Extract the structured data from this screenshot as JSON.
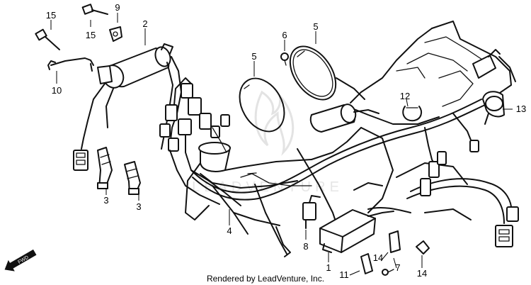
{
  "credit": "Rendered by LeadVenture, Inc.",
  "watermark": "LEADVENTURE",
  "fwd_label": "FWD",
  "callouts": {
    "c15a": "15",
    "c15b": "15",
    "c9": "9",
    "c2": "2",
    "c10": "10",
    "c6": "6",
    "c5a": "5",
    "c5b": "5",
    "c12": "12",
    "c13": "13",
    "c3a": "3",
    "c3b": "3",
    "c4": "4",
    "c8": "8",
    "c1": "1",
    "c11": "11",
    "c14a": "14",
    "c7": "7",
    "c14b": "14"
  }
}
